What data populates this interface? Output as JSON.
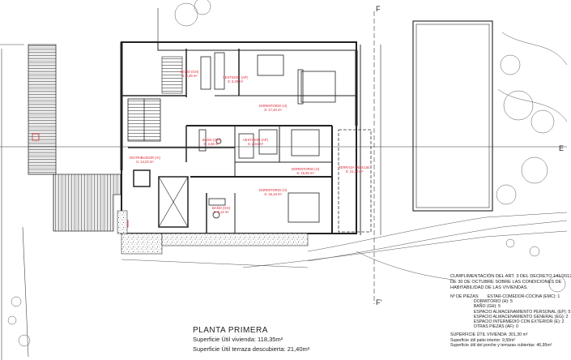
{
  "plan": {
    "title": "PLANTA PRIMERA",
    "superficie_vivienda": "Superficie Útil vivienda: 118,35m²",
    "superficie_terraza": "Superficie Útil terraza descubierta: 21,40m²"
  },
  "section_marks": {
    "top": "F",
    "bottom": "F'",
    "right": "E"
  },
  "rooms": [
    {
      "name": "BAÑO (GH)",
      "area": "S: 2,39 m²"
    },
    {
      "name": "VESTIDOR (AP)",
      "area": "S: 3,29 m²"
    },
    {
      "name": "DORMITORIO (H)",
      "area": "S: 17,40 m²"
    },
    {
      "name": "DISTRIBUIDOR (AI)",
      "area": "S: 14,03 m²"
    },
    {
      "name": "BAÑO (GH)",
      "area": "S: 3,36 m²"
    },
    {
      "name": "VESTIDOR (AP)",
      "area": "S: 2,54 m²"
    },
    {
      "name": "DORMITORIO (H)",
      "area": "S: 15,50 m²"
    },
    {
      "name": "TERRAZA DESCUB.",
      "area": "S: 21,40 m²"
    },
    {
      "name": "DORMITORIO (H)",
      "area": "S: 16,19 m²"
    },
    {
      "name": "BAÑO (GH)",
      "area": "S: 3,12 m²"
    }
  ],
  "compliance": {
    "heading": [
      "CUMPLIMENTACIÓN DEL ART. 3 DEL DECRETO 141/2012,",
      "DE 30 DE OCTUBRE SOBRE LAS CONDICIONES DE",
      "HABITABILIDAD DE LAS VIVIENDAS."
    ],
    "lines": [
      "Nº DE PIEZAS:       ESTAR-COMEDOR-COCINA (EMC): 1",
      "                    DORMITORIO (H): 5",
      "                    BAÑO (GH): 5",
      "                    ESPACIO ALMACENAMIENTO PERSONAL (EP): 5",
      "                    ESPACIO ALMACENAMIENTO GENERAL (EG): 2",
      "                    ESPACIO INTERMEDIO CON EXTERIOR (E): 2",
      "                    OTRAS PIEZAS (AF): 0"
    ],
    "totals": [
      "SUPERFICIE ÚTIL VIVIENDA: 301,30 m²",
      "Superficie útil patio interior: 9,50m²",
      "Superficie útil del porche y terrazas cubiertas: 46,95m²"
    ]
  }
}
